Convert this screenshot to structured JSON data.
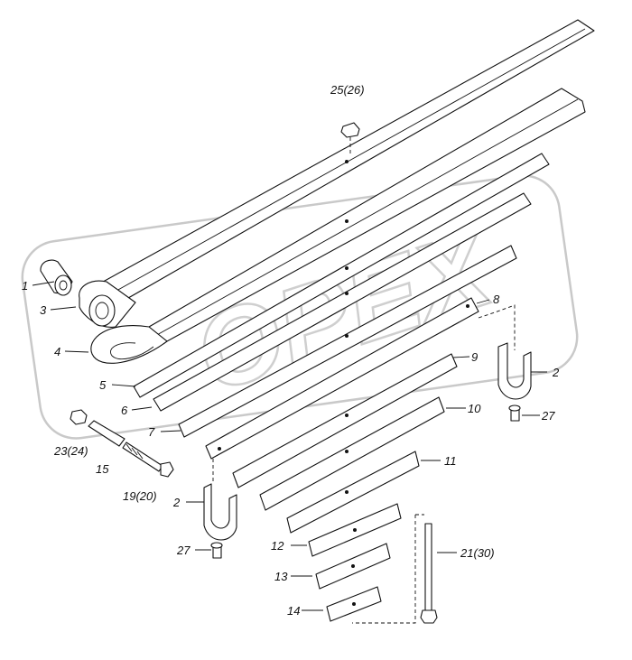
{
  "watermark": {
    "text": "OPEX"
  },
  "callouts": [
    {
      "id": "c1",
      "text": "1"
    },
    {
      "id": "c2a",
      "text": "2"
    },
    {
      "id": "c2b",
      "text": "2"
    },
    {
      "id": "c3",
      "text": "3"
    },
    {
      "id": "c4",
      "text": "4"
    },
    {
      "id": "c5",
      "text": "5"
    },
    {
      "id": "c6",
      "text": "6"
    },
    {
      "id": "c7",
      "text": "7"
    },
    {
      "id": "c8",
      "text": "8"
    },
    {
      "id": "c9",
      "text": "9"
    },
    {
      "id": "c10",
      "text": "10"
    },
    {
      "id": "c11",
      "text": "11"
    },
    {
      "id": "c12",
      "text": "12"
    },
    {
      "id": "c13",
      "text": "13"
    },
    {
      "id": "c14",
      "text": "14"
    },
    {
      "id": "c15",
      "text": "15"
    },
    {
      "id": "c19",
      "text": "19(20)"
    },
    {
      "id": "c21",
      "text": "21(30)"
    },
    {
      "id": "c23",
      "text": "23(24)"
    },
    {
      "id": "c25",
      "text": "25(26)"
    },
    {
      "id": "c27a",
      "text": "27"
    },
    {
      "id": "c27b",
      "text": "27"
    }
  ]
}
